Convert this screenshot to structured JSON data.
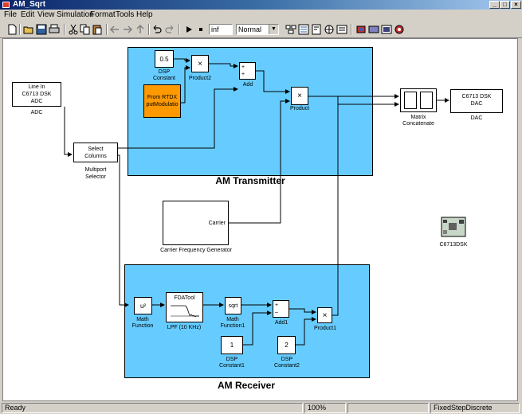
{
  "window": {
    "title": "AM_Sqrt"
  },
  "menu": [
    "File",
    "Edit",
    "View",
    "Simulation",
    "Format",
    "Tools",
    "Help"
  ],
  "toolbar": {
    "stop_time": "inf",
    "sim_mode": "Normal",
    "icons": [
      "new-icon",
      "open-icon",
      "save-icon",
      "print-icon",
      "cut-icon",
      "copy-icon",
      "paste-icon",
      "back-icon",
      "forward-icon",
      "up-icon",
      "undo-icon",
      "redo-icon",
      "start-icon",
      "stop-icon",
      "library-icon",
      "model-explorer-icon",
      "build-icon",
      "debug-icon",
      "update-diagram-icon"
    ]
  },
  "blocks": {
    "adc": {
      "text1": "Line In",
      "text2": "C6713 DSK",
      "text3": "ADC",
      "label": "ADC"
    },
    "selector": {
      "text1": "Select",
      "text2": "Columns",
      "label1": "Multiport",
      "label2": "Selector"
    },
    "dsp_const": {
      "value": "0.5",
      "label1": "DSP",
      "label2": "Constant"
    },
    "rtdx": {
      "text1": "From RTDX",
      "text2": "putModulatio"
    },
    "product2": {
      "symbol": "×",
      "label": "Product2"
    },
    "add": {
      "plus1": "+",
      "plus2": "+",
      "label": "Add"
    },
    "product": {
      "symbol": "×",
      "label": "Product"
    },
    "matrix": {
      "label1": "Matrix",
      "label2": "Concatenate"
    },
    "dac": {
      "text1": "C6713 DSK",
      "text2": "DAC",
      "label": "DAC"
    },
    "carrier": {
      "port": "Carrier",
      "label": "Carrier Frequency Generator"
    },
    "c6713dsk": {
      "label": "C6713DSK"
    },
    "math": {
      "symbol": "u²",
      "label1": "Math",
      "label2": "Function"
    },
    "lpf": {
      "text": "FDATool",
      "label": "LPF (10 KHz)"
    },
    "math1": {
      "symbol": "sqrt",
      "label1": "Math",
      "label2": "Function1"
    },
    "add1": {
      "plus": "+",
      "minus": "–",
      "label": "Add1"
    },
    "product1": {
      "symbol": "×",
      "label": "Product1"
    },
    "dsp_const1": {
      "value": "1",
      "label1": "DSP",
      "label2": "Constant1"
    },
    "dsp_const2": {
      "value": "2",
      "label1": "DSP",
      "label2": "Constant2"
    }
  },
  "subsystems": {
    "transmitter": "AM Transmitter",
    "receiver": "AM Receiver"
  },
  "status": {
    "state": "Ready",
    "zoom": "100%",
    "solver": "FixedStepDiscrete"
  },
  "colors": {
    "subsystem": "#66ccff",
    "rtdx_block": "#ff9900",
    "titlebar": "#0a246a"
  }
}
